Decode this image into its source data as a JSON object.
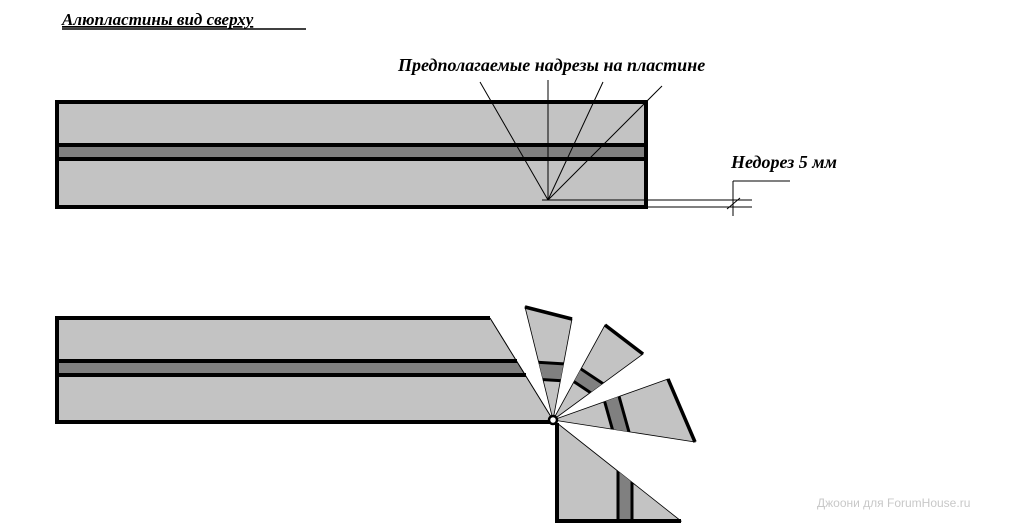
{
  "title": "Алюпластины вид сверху",
  "cuts_label": "Предполагаемые надрезы на пластине",
  "uncut_label": "Недорез 5 мм",
  "watermark": "Джоони для ForumHouse.ru",
  "colors": {
    "plate": "#c3c3c3",
    "stripe": "#808080",
    "outline": "#000000"
  }
}
